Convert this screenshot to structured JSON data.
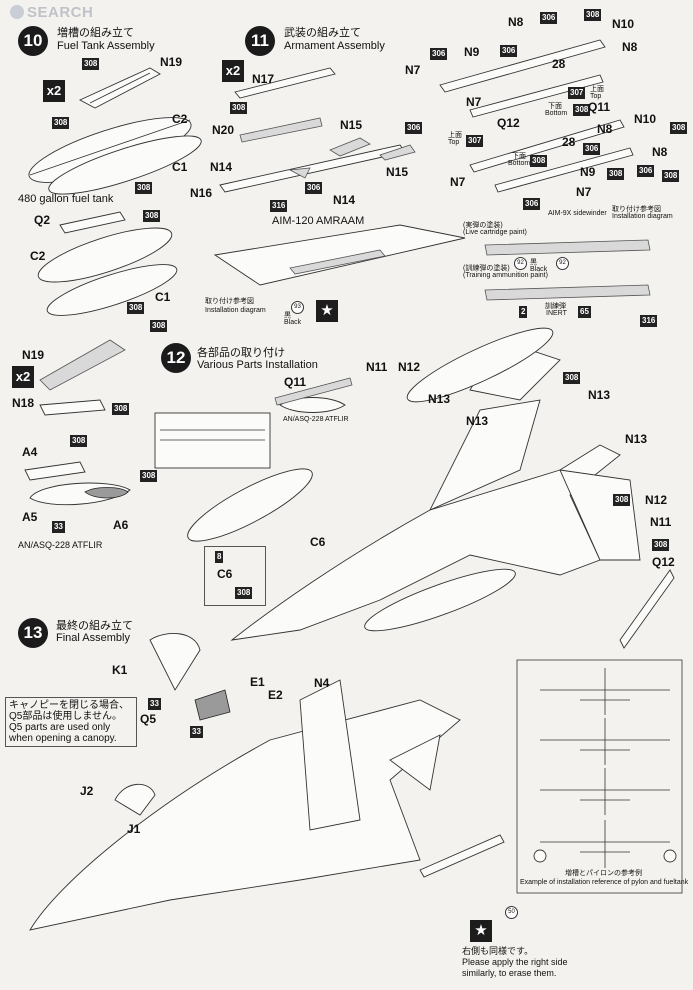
{
  "watermark": "SEARCH",
  "step10": {
    "num": "10",
    "jp": "増槽の組み立て",
    "en": "Fuel Tank Assembly",
    "parts": [
      "N19",
      "C2",
      "C1",
      "Q2",
      "C2",
      "C1",
      "N19",
      "N18",
      "A4",
      "A5",
      "A6"
    ],
    "badge": "308",
    "x2": "x2",
    "caption": "480 gallon fuel tank",
    "atflir": "AN/ASQ-228 ATFLIR",
    "a5code": "33"
  },
  "step11": {
    "num": "11",
    "jp": "武装の組み立て",
    "en": "Armament Assembly",
    "parts": [
      "N17",
      "N20",
      "N15",
      "N14",
      "N15",
      "N16",
      "N14"
    ],
    "codes": [
      "308",
      "306",
      "316"
    ],
    "amraam": "AIM-120 AMRAAM",
    "install_jp": "取り付け参考図",
    "install_en": "Installation diagram",
    "black_jp": "黒",
    "black_en": "Black",
    "black_code": "93",
    "right_parts": [
      "N8",
      "N10",
      "N8",
      "N9",
      "N7",
      "N7",
      "Q12",
      "Q11",
      "N10",
      "N8",
      "N8",
      "N9",
      "N7",
      "N7"
    ],
    "top_jp": "上面",
    "top_en": "Top",
    "bottom_jp": "下面",
    "bottom_en": "Bottom",
    "codes_right": [
      "306",
      "308",
      "28",
      "307"
    ],
    "sidewinder": "AIM-9X sidewinder",
    "live_jp": "(実弾の塗装)",
    "live_en": "(Live cartridge paint)",
    "train_jp": "(訓練弾の塗装)",
    "train_en": "(Training ammunition paint)",
    "black92": "92",
    "inert_jp": "訓練弾",
    "inert_en": "INERT",
    "code65": "65",
    "code316": "316",
    "code2": "2"
  },
  "step12": {
    "num": "12",
    "jp": "各部品の取り付け",
    "en": "Various Parts Installation",
    "parts": [
      "Q11",
      "N11",
      "N12",
      "N13",
      "N13",
      "N13",
      "N12",
      "N11",
      "Q12",
      "C6",
      "C6"
    ],
    "atflir": "AN/ASQ-228 ATFLIR",
    "code8": "8",
    "code308": "308"
  },
  "step13": {
    "num": "13",
    "jp": "最終の組み立て",
    "en": "Final Assembly",
    "parts": [
      "K1",
      "E1",
      "E2",
      "N4",
      "Q5",
      "J2",
      "J1"
    ],
    "note_jp": [
      "キャノピーを閉じる場合、",
      "Q5部品は使用しません。"
    ],
    "note_en": [
      "Q5 parts are used only",
      "when opening a canopy."
    ],
    "code33": "33",
    "code50": "50",
    "ref_jp": "増槽とパイロンの参考例",
    "ref_en": "Example of installation reference of pylon and fueltank",
    "right_jp": "右側も同様です。",
    "right_en": [
      "Please apply the right side",
      "similarly, to erase them."
    ]
  }
}
